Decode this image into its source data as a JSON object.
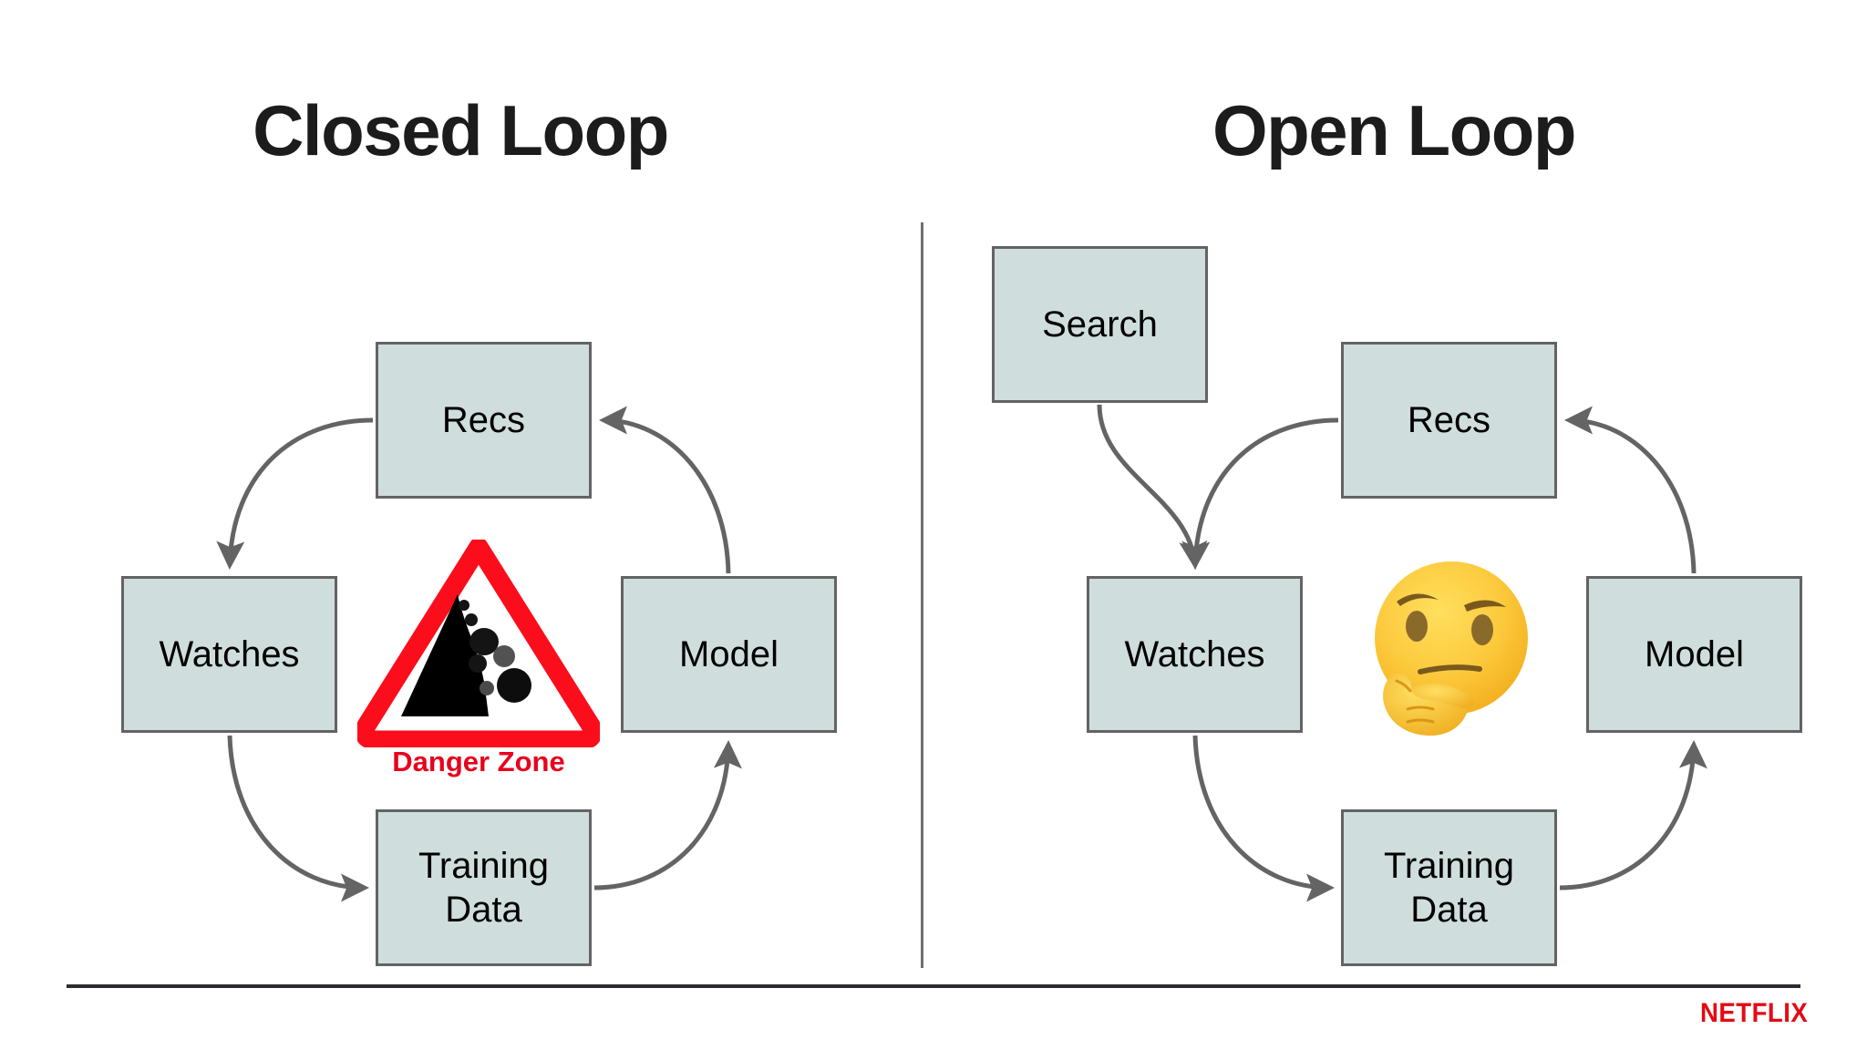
{
  "slide": {
    "background_color": "#ffffff",
    "divider_color": "#6e6e6e",
    "baseline_color": "#2b2b33"
  },
  "panels": {
    "left": {
      "title": "Closed Loop",
      "boxes": [
        {
          "id": "recs",
          "label": "Recs"
        },
        {
          "id": "watches",
          "label": "Watches"
        },
        {
          "id": "model",
          "label": "Model"
        },
        {
          "id": "training",
          "label": "Training\nData"
        }
      ],
      "center_graphic": {
        "type": "warning-sign",
        "icon_name": "falling-rocks-warning-icon",
        "label": "Danger Zone",
        "label_color": "#e8001c",
        "sign_color": "#fc0d1b"
      },
      "flow": [
        {
          "from": "recs",
          "to": "watches",
          "direction": "counterclockwise"
        },
        {
          "from": "watches",
          "to": "training",
          "direction": "counterclockwise"
        },
        {
          "from": "training",
          "to": "model",
          "direction": "counterclockwise"
        },
        {
          "from": "model",
          "to": "recs",
          "direction": "counterclockwise"
        }
      ]
    },
    "right": {
      "title": "Open Loop",
      "boxes": [
        {
          "id": "search",
          "label": "Search"
        },
        {
          "id": "recs",
          "label": "Recs"
        },
        {
          "id": "watches",
          "label": "Watches"
        },
        {
          "id": "model",
          "label": "Model"
        },
        {
          "id": "training",
          "label": "Training\nData"
        }
      ],
      "center_graphic": {
        "type": "emoji",
        "icon_name": "thinking-face-emoji",
        "glyph": "🤔"
      },
      "flow": [
        {
          "from": "search",
          "to": "watches",
          "direction": "external-input"
        },
        {
          "from": "recs",
          "to": "watches",
          "direction": "counterclockwise"
        },
        {
          "from": "watches",
          "to": "training",
          "direction": "counterclockwise"
        },
        {
          "from": "training",
          "to": "model",
          "direction": "counterclockwise"
        },
        {
          "from": "model",
          "to": "recs",
          "direction": "counterclockwise"
        }
      ]
    }
  },
  "branding": {
    "logo_text": "NETFLIX",
    "logo_color": "#e50914"
  },
  "style": {
    "box_fill": "#cfdedd",
    "box_border": "#636363",
    "arrow_color": "#646464",
    "title_color": "#1c1c1c"
  }
}
